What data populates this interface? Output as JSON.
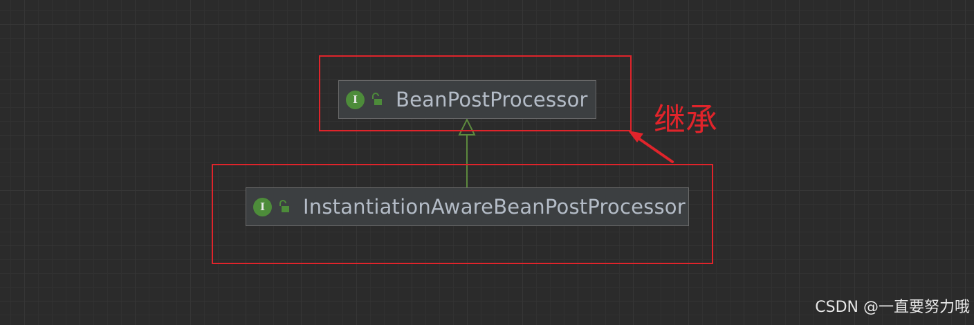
{
  "diagram": {
    "parent_node": {
      "label": "BeanPostProcessor",
      "type_badge": "I",
      "icon": "interface-icon",
      "visibility_icon": "unlocked-padlock-icon"
    },
    "child_node": {
      "label": "InstantiationAwareBeanPostProcessor",
      "type_badge": "I",
      "icon": "interface-icon",
      "visibility_icon": "unlocked-padlock-icon"
    },
    "relation": {
      "type": "inheritance",
      "from": "InstantiationAwareBeanPostProcessor",
      "to": "BeanPostProcessor",
      "color": "#5d8a3e"
    },
    "annotation": {
      "text": "继承",
      "color": "#e0242b"
    }
  },
  "watermark": {
    "text": "CSDN @一直要努力哦"
  },
  "colors": {
    "background": "#2b2b2b",
    "node_fill": "#3c3f41",
    "node_text": "#b4bcc7",
    "interface_badge": "#4d8c3a",
    "highlight": "#e0242b"
  }
}
